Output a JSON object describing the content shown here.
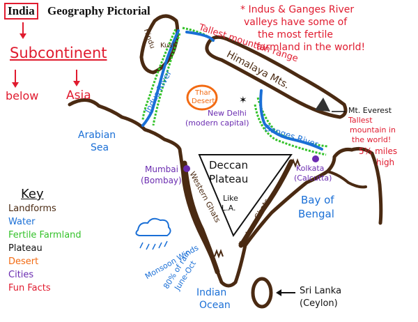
{
  "title": {
    "boxed": "India",
    "rest": "Geography Pictorial"
  },
  "labels": {
    "subcontinent": "Subcontinent",
    "below": "below",
    "asia": "Asia",
    "fun_fact_top": "* Indus & Ganges River valleys have some of the most fertile farmland in the world!",
    "fun_fact_line1": "* Indus & Ganges River",
    "fun_fact_line2": "valleys have some of",
    "fun_fact_line3": "the most fertile",
    "fun_fact_line4": "farmland in the world!",
    "hindu_kush_1": "Hindu",
    "hindu_kush_2": "Kush",
    "tallest_range": "Tallest mountain range",
    "himalaya": "Himalaya Mts.",
    "indus_river": "Indus River",
    "thar_1": "Thar",
    "thar_2": "Desert",
    "new_delhi": "New Delhi",
    "modern_capital": "(modern capital)",
    "ganges_river": "Ganges River",
    "everest": "Mt. Everest",
    "tallest_mtn_1": "Tallest",
    "tallest_mtn_2": "mountain in",
    "tallest_mtn_3": "the world!",
    "tallest_mtn_4": "5½ miles",
    "tallest_mtn_5": "high",
    "arabian_1": "Arabian",
    "arabian_2": "Sea",
    "deccan_1": "Deccan",
    "deccan_2": "Plateau",
    "like_1": "Like",
    "like_2": "L.A.",
    "mumbai_1": "Mumbai",
    "mumbai_2": "(Bombay)",
    "kolkata_1": "Kolkata",
    "kolkata_2": "(Calcutta)",
    "western_ghats": "Western Ghats",
    "eastern_ghats": "Eastern Ghats",
    "bay_1": "Bay of",
    "bay_2": "Bengal",
    "monsoon": "Monsoon Winds",
    "rain_1": "80% of rain",
    "rain_2": "June-Oct",
    "indian_ocean_1": "Indian",
    "indian_ocean_2": "Ocean",
    "sri_lanka_1": "Sri Lanka",
    "sri_lanka_2": "(Ceylon)"
  },
  "key": {
    "heading": "Key",
    "items": [
      {
        "label": "Landforms",
        "color": "#4a2a12"
      },
      {
        "label": "Water",
        "color": "#1a6fd6"
      },
      {
        "label": "Fertile Farmland",
        "color": "#34c22a"
      },
      {
        "label": "Plateau",
        "color": "#111111"
      },
      {
        "label": "Desert",
        "color": "#f26a12"
      },
      {
        "label": "Cities",
        "color": "#6a2bb0"
      },
      {
        "label": "Fun Facts",
        "color": "#e01b2f"
      }
    ]
  },
  "colors": {
    "landforms": "#4a2a12",
    "water": "#1a6fd6",
    "farmland": "#34c22a",
    "plateau": "#111111",
    "desert": "#f26a12",
    "cities": "#6a2bb0",
    "fun_facts": "#e01b2f"
  }
}
